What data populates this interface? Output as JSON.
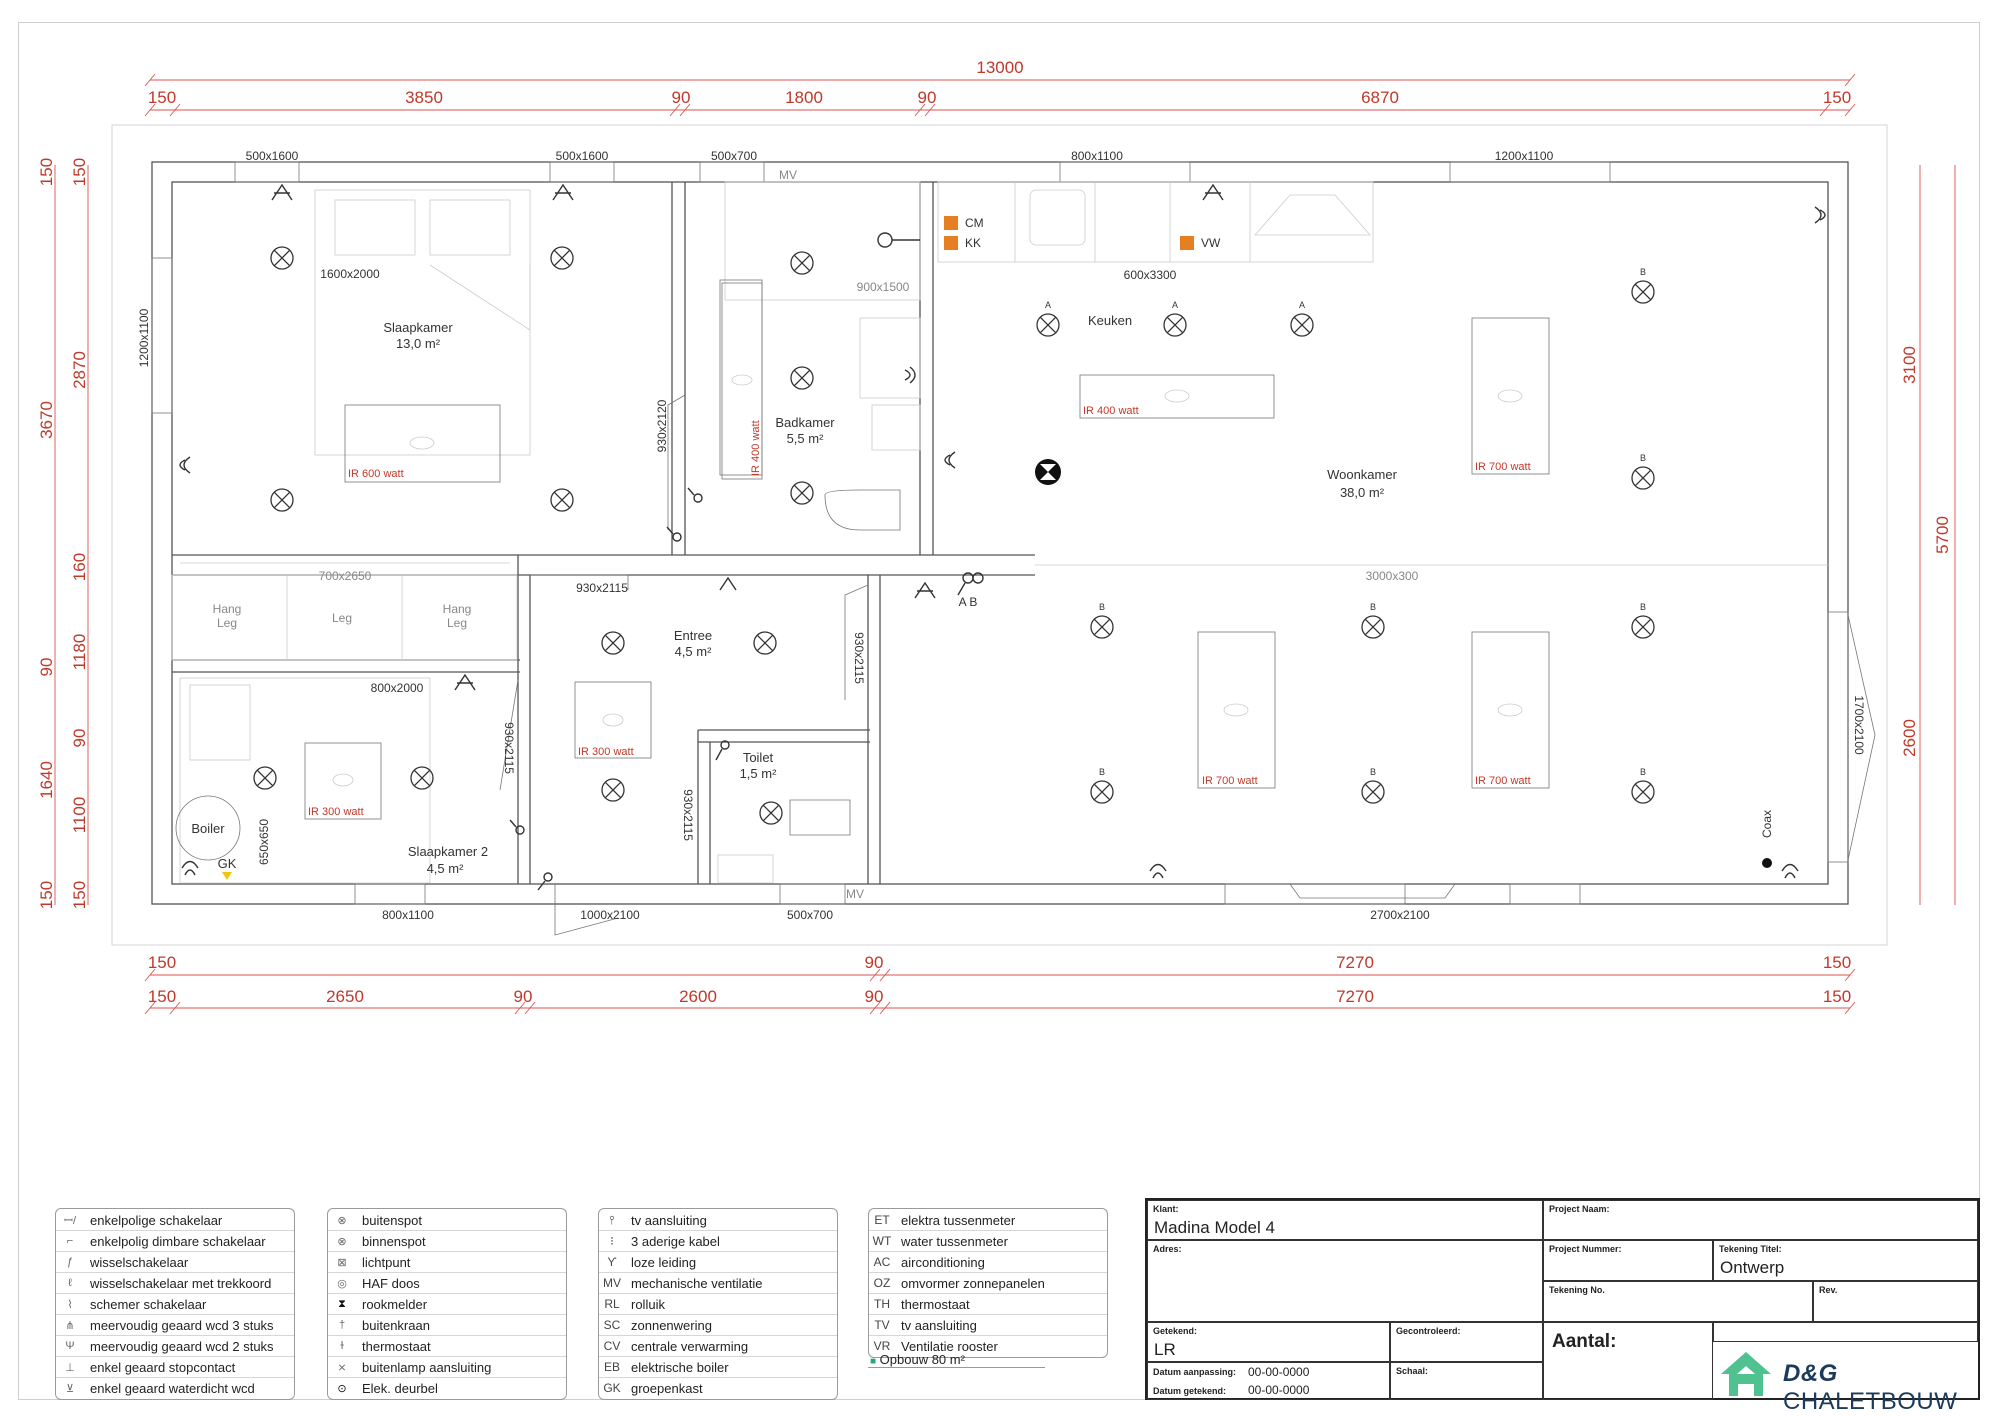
{
  "plan": {
    "dims_top": {
      "total": "13000",
      "segments": [
        "150",
        "3850",
        "90",
        "1800",
        "90",
        "6870",
        "150"
      ]
    },
    "dims_bottom": {
      "row1": [
        "150",
        "90",
        "7270",
        "150"
      ],
      "row2": [
        "150",
        "2650",
        "90",
        "2600",
        "90",
        "7270",
        "150"
      ]
    },
    "dims_left": {
      "outer": [
        "150",
        "3670",
        "90",
        "1640",
        "150"
      ],
      "inner": [
        "150",
        "2870",
        "160",
        "1180",
        "90",
        "1100",
        "150"
      ]
    },
    "dims_right": {
      "outer": [
        "5700"
      ],
      "inner": [
        "3100",
        "2600"
      ]
    },
    "openings": {
      "w1": "500x1600",
      "w2": "500x1600",
      "w3": "500x700",
      "w4": "800x1100",
      "w5": "1200x1100",
      "w6": "1200x1100",
      "w7": "800x1100",
      "w8": "1000x2100",
      "w9": "500x700",
      "w10": "2700x2100",
      "w11": "1700x2100",
      "d1": "930x2120",
      "d2": "930x2115",
      "d3": "930x2115",
      "d4": "930x2115",
      "d5": "930x2115",
      "mv1": "MV",
      "mv2": "MV"
    },
    "furniture": {
      "bed1": "1600x2000",
      "shower": "900x1500",
      "kitchen": "600x3300",
      "wardrobe": "700x2650",
      "bed2": "800x2000",
      "wall_dim": "3000x300",
      "boiler_dim": "650x650"
    },
    "rooms": {
      "slaapkamer_name": "Slaapkamer",
      "slaapkamer_area": "13,0 m²",
      "badkamer_name": "Badkamer",
      "badkamer_area": "5,5 m²",
      "keuken_name": "Keuken",
      "woonkamer_name": "Woonkamer",
      "woonkamer_area": "38,0 m²",
      "entree_name": "Entree",
      "entree_area": "4,5 m²",
      "toilet_name": "Toilet",
      "toilet_area": "1,5 m²",
      "slaapkamer2_name": "Slaapkamer 2",
      "slaapkamer2_area": "4,5 m²"
    },
    "wardrobe_labels": {
      "a1": "Hang",
      "a2": "Leg",
      "b": "Leg",
      "c1": "Hang",
      "c2": "Leg"
    },
    "heaters": {
      "h1": "IR 600 watt",
      "h2": "IR 400 watt",
      "h3": "IR 400 watt",
      "h4": "IR 700 watt",
      "h5": "IR 300 watt",
      "h6": "IR 300 watt",
      "h7": "IR 700 watt",
      "h8": "IR 700 watt"
    },
    "appliances": {
      "cm": "CM",
      "kk": "KK",
      "vw": "VW",
      "boiler": "Boiler",
      "gk": "GK",
      "coax": "Coax",
      "ab": "A  B"
    },
    "switch_letters": {
      "a": "A",
      "b": "B"
    }
  },
  "legend": {
    "col1": [
      {
        "icon": "switch-icon",
        "text": "enkelpolige schakelaar"
      },
      {
        "icon": "dimmer-switch-icon",
        "text": "enkelpolig dimbare schakelaar"
      },
      {
        "icon": "two-way-switch-icon",
        "text": "wisselschakelaar"
      },
      {
        "icon": "pull-cord-switch-icon",
        "text": "wisselschakelaar met trekkoord"
      },
      {
        "icon": "double-switch-icon",
        "text": "schemer schakelaar"
      },
      {
        "icon": "triple-outlet-icon",
        "text": "meervoudig geaard wcd 3 stuks"
      },
      {
        "icon": "double-outlet-icon",
        "text": "meervoudig geaard wcd 2 stuks"
      },
      {
        "icon": "outlet-icon",
        "text": "enkel geaard stopcontact"
      },
      {
        "icon": "waterproof-outlet-icon",
        "text": "enkel geaard waterdicht wcd"
      }
    ],
    "col2": [
      {
        "icon": "outdoor-spot-icon",
        "text": "buitenspot"
      },
      {
        "icon": "indoor-spot-icon",
        "text": "binnenspot"
      },
      {
        "icon": "light-point-icon",
        "text": "lichtpunt"
      },
      {
        "icon": "haf-box-icon",
        "text": "HAF doos"
      },
      {
        "icon": "smoke-detector-icon",
        "text": "rookmelder"
      },
      {
        "icon": "outdoor-tap-icon",
        "text": "buitenkraan"
      },
      {
        "icon": "thermostat-icon",
        "text": "thermostaat"
      },
      {
        "icon": "outdoor-lamp-icon",
        "text": "buitenlamp aansluiting"
      },
      {
        "icon": "doorbell-icon",
        "text": "Elek. deurbel"
      }
    ],
    "col3": [
      {
        "code": "",
        "icon": "tv-connection-icon",
        "text": "tv aansluiting"
      },
      {
        "code": "",
        "icon": "cable-icon",
        "text": "3 aderige kabel"
      },
      {
        "code": "",
        "icon": "empty-pipe-icon",
        "text": "loze leiding"
      },
      {
        "code": "MV",
        "text": "mechanische ventilatie"
      },
      {
        "code": "RL",
        "text": "rolluik"
      },
      {
        "code": "SC",
        "text": "zonnenwering"
      },
      {
        "code": "CV",
        "text": "centrale verwarming"
      },
      {
        "code": "EB",
        "text": "elektrische boiler"
      },
      {
        "code": "GK",
        "text": "groepenkast"
      }
    ],
    "col4": [
      {
        "code": "ET",
        "text": "elektra tussenmeter"
      },
      {
        "code": "WT",
        "text": "water tussenmeter"
      },
      {
        "code": "AC",
        "text": "airconditioning"
      },
      {
        "code": "OZ",
        "text": "omvormer zonnepanelen"
      },
      {
        "code": "TH",
        "text": "thermostaat"
      },
      {
        "code": "TV",
        "text": "tv aansluiting"
      },
      {
        "code": "VR",
        "text": "Ventilatie rooster"
      }
    ],
    "opbouw": "Opbouw 80 m²"
  },
  "titleblock": {
    "klant_label": "Klant:",
    "klant": "Madina Model 4",
    "projectnaam_label": "Project Naam:",
    "adres_label": "Adres:",
    "projectnummer_label": "Project Nummer:",
    "tekeningtitel_label": "Tekening Titel:",
    "tekeningtitel": "Ontwerp",
    "tekeningno_label": "Tekening No.",
    "rev_label": "Rev.",
    "getekend_label": "Getekend:",
    "getekend": "LR",
    "gecontroleerd_label": "Gecontroleerd:",
    "aantal_label": "Aantal:",
    "datum_aanpassing_label": "Datum aanpassing:",
    "datum_aanpassing": "00-00-0000",
    "datum_getekend_label": "Datum getekend:",
    "datum_getekend": "00-00-0000",
    "schaal_label": "Schaal:",
    "logo_a": "D&G",
    "logo_b": "CHALETBOUW"
  }
}
